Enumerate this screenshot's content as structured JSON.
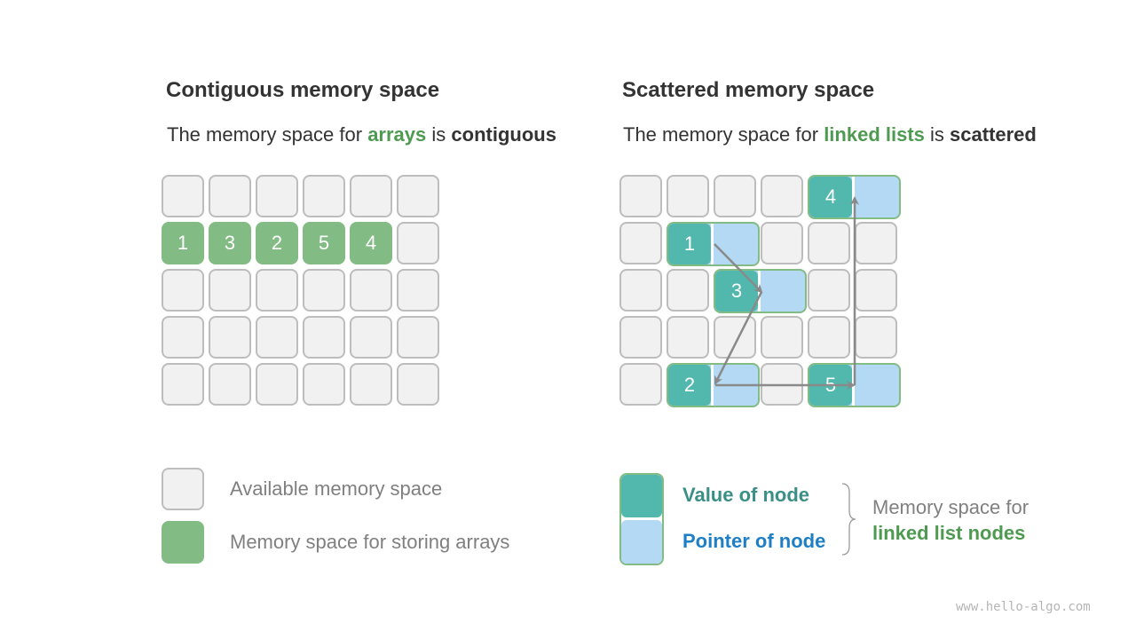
{
  "left": {
    "title": "Contiguous memory space",
    "subtitle": {
      "prefix": "The memory space for ",
      "highlight": "arrays",
      "middle": " is ",
      "bold": "contiguous"
    },
    "array_values": [
      "1",
      "3",
      "2",
      "5",
      "4"
    ]
  },
  "right": {
    "title": "Scattered memory space",
    "subtitle": {
      "prefix": "The memory space for ",
      "highlight": "linked lists",
      "middle": " is ",
      "bold": "scattered"
    },
    "nodes": [
      {
        "value": "1",
        "row": 1,
        "col": 1
      },
      {
        "value": "3",
        "row": 2,
        "col": 2
      },
      {
        "value": "2",
        "row": 4,
        "col": 1
      },
      {
        "value": "5",
        "row": 4,
        "col": 4
      },
      {
        "value": "4",
        "row": 0,
        "col": 4
      }
    ],
    "order": [
      "1",
      "3",
      "2",
      "5",
      "4"
    ]
  },
  "legend": {
    "available": "Available memory space",
    "array_storage": "Memory space for storing arrays",
    "value_of_node": "Value of node",
    "pointer_of_node": "Pointer of node",
    "memory_for": "Memory space for",
    "linked_list_nodes": "linked list nodes"
  },
  "watermark": "www.hello-algo.com",
  "colors": {
    "array_green": "#82bb84",
    "node_value_teal": "#52b8ae",
    "node_pointer_blue": "#b3d9f4",
    "empty_cell": "#f1f1f1",
    "cell_border": "#bdbdbd",
    "highlight_green": "#4e9a51",
    "pointer_label_blue": "#1e7fc4",
    "arrow_gray": "#8a8a8a"
  }
}
